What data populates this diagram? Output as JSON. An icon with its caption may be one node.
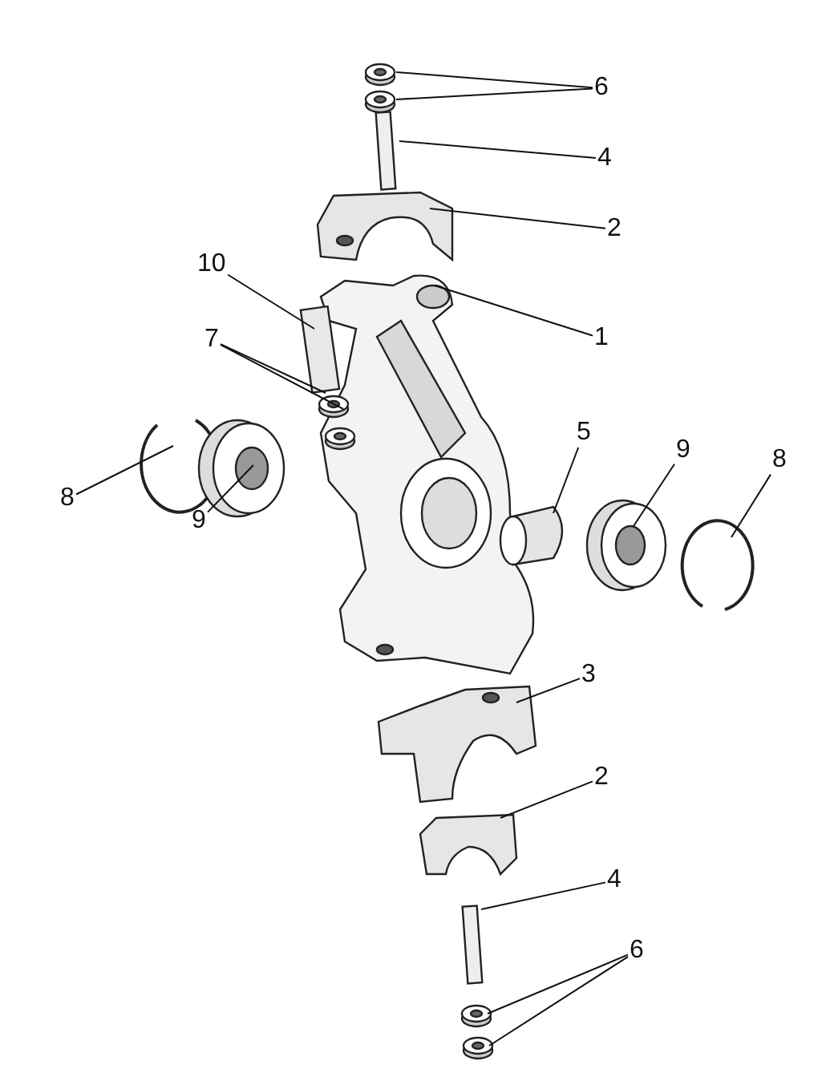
{
  "diagram": {
    "nodes": [
      {
        "text": [
          "6"
        ]
      },
      {
        "text": [
          "4"
        ]
      },
      {
        "text": [
          "2"
        ]
      },
      {
        "text": [
          "10"
        ]
      },
      {
        "text": [
          "1"
        ]
      },
      {
        "text": [
          "7"
        ]
      },
      {
        "text": [
          "5"
        ]
      },
      {
        "text": [
          "9"
        ]
      },
      {
        "text": [
          "8"
        ]
      },
      {
        "text": [
          "8"
        ]
      },
      {
        "text": [
          "9"
        ]
      },
      {
        "text": [
          "3"
        ]
      },
      {
        "text": [
          "2"
        ]
      },
      {
        "text": [
          "4"
        ]
      },
      {
        "text": [
          "6"
        ]
      }
    ],
    "edges": [
      {
        "from": 0,
        "to": null,
        "arrow": "none"
      },
      {
        "from": 0,
        "to": null,
        "arrow": "none"
      },
      {
        "from": 1,
        "to": null,
        "arrow": "none"
      },
      {
        "from": 2,
        "to": null,
        "arrow": "none"
      },
      {
        "from": 3,
        "to": null,
        "arrow": "none"
      },
      {
        "from": 4,
        "to": null,
        "arrow": "none"
      },
      {
        "from": 5,
        "to": null,
        "arrow": "none"
      },
      {
        "from": 5,
        "to": null,
        "arrow": "none"
      },
      {
        "from": 6,
        "to": null,
        "arrow": "none"
      },
      {
        "from": 7,
        "to": null,
        "arrow": "none"
      },
      {
        "from": 8,
        "to": null,
        "arrow": "none"
      },
      {
        "from": 9,
        "to": null,
        "arrow": "none"
      },
      {
        "from": 10,
        "to": null,
        "arrow": "none"
      },
      {
        "from": 11,
        "to": null,
        "arrow": "none"
      },
      {
        "from": 12,
        "to": null,
        "arrow": "none"
      },
      {
        "from": 13,
        "to": null,
        "arrow": "none"
      },
      {
        "from": 14,
        "to": null,
        "arrow": "none"
      },
      {
        "from": 14,
        "to": null,
        "arrow": "none"
      }
    ]
  }
}
